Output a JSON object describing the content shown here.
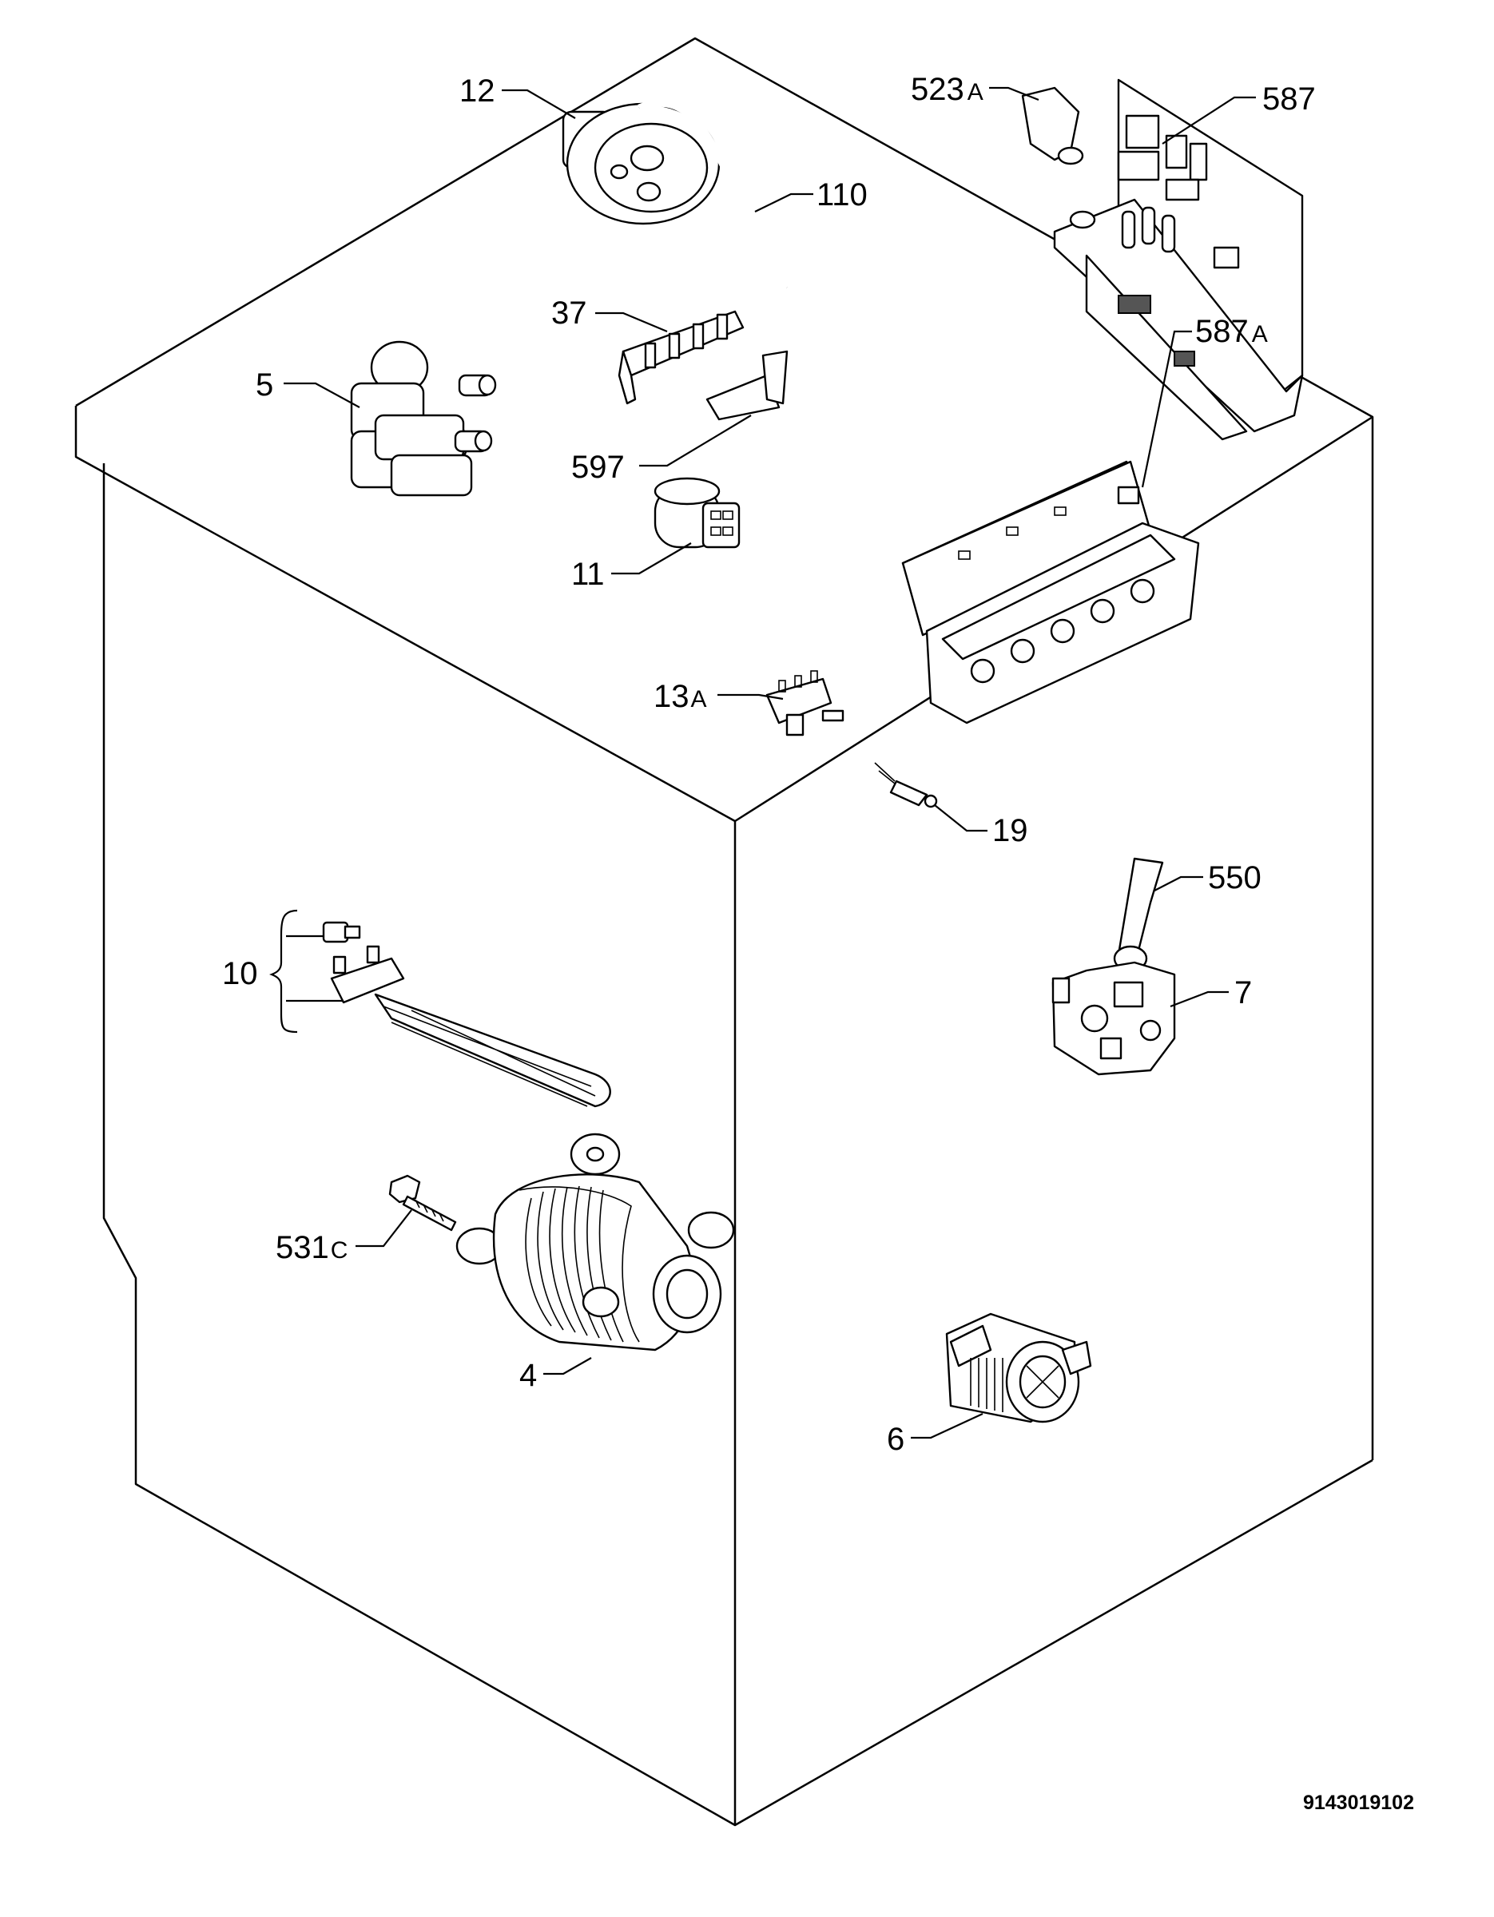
{
  "diagram": {
    "document_number": "9143019102",
    "callouts": [
      {
        "id": "12",
        "number": "12",
        "suffix": ""
      },
      {
        "id": "110",
        "number": "110",
        "suffix": ""
      },
      {
        "id": "37",
        "number": "37",
        "suffix": ""
      },
      {
        "id": "5",
        "number": "5",
        "suffix": ""
      },
      {
        "id": "597",
        "number": "597",
        "suffix": ""
      },
      {
        "id": "11",
        "number": "11",
        "suffix": ""
      },
      {
        "id": "13a",
        "number": "13",
        "suffix": "A"
      },
      {
        "id": "523a",
        "number": "523",
        "suffix": "A"
      },
      {
        "id": "587",
        "number": "587",
        "suffix": ""
      },
      {
        "id": "587a",
        "number": "587",
        "suffix": "A"
      },
      {
        "id": "19",
        "number": "19",
        "suffix": ""
      },
      {
        "id": "550",
        "number": "550",
        "suffix": ""
      },
      {
        "id": "7",
        "number": "7",
        "suffix": ""
      },
      {
        "id": "10",
        "number": "10",
        "suffix": ""
      },
      {
        "id": "531c",
        "number": "531",
        "suffix": "C"
      },
      {
        "id": "4",
        "number": "4",
        "suffix": ""
      },
      {
        "id": "6",
        "number": "6",
        "suffix": ""
      }
    ]
  }
}
